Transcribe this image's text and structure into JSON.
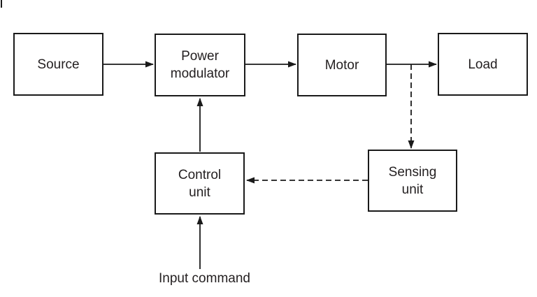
{
  "diagram": {
    "background_color": "#ffffff",
    "line_color": "#1a1a1a",
    "text_color": "#231f20",
    "nodes": {
      "source": {
        "label": "Source"
      },
      "power_modulator": {
        "label": "Power\nmodulator"
      },
      "motor": {
        "label": "Motor"
      },
      "load": {
        "label": "Load"
      },
      "control_unit": {
        "label": "Control\nunit"
      },
      "sensing_unit": {
        "label": "Sensing\nunit"
      }
    },
    "annotations": {
      "input_command": "Input command"
    },
    "edges": [
      {
        "from": "source",
        "to": "power_modulator",
        "style": "solid",
        "arrow": "right"
      },
      {
        "from": "power_modulator",
        "to": "motor",
        "style": "solid",
        "arrow": "right"
      },
      {
        "from": "motor",
        "to": "load",
        "style": "solid",
        "arrow": "right"
      },
      {
        "from": "motor_load_line",
        "to": "sensing_unit",
        "style": "dashed",
        "arrow": "down"
      },
      {
        "from": "sensing_unit",
        "to": "control_unit",
        "style": "dashed",
        "arrow": "left"
      },
      {
        "from": "control_unit",
        "to": "power_modulator",
        "style": "solid",
        "arrow": "up"
      },
      {
        "from": "input_command",
        "to": "control_unit",
        "style": "solid",
        "arrow": "up"
      }
    ]
  }
}
